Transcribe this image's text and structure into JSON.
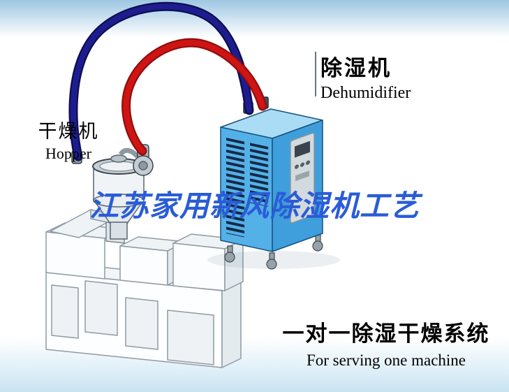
{
  "diagram": {
    "hopper_label": {
      "cn": "干燥机",
      "en": "Hopper"
    },
    "dehumidifier_label": {
      "cn": "除湿机",
      "en": "Dehumidifier"
    },
    "watermark_title": "江苏家用新风除湿机工艺",
    "caption": {
      "cn": "一对一除湿干燥系统",
      "en": "For serving one machine"
    }
  },
  "colors": {
    "watermark_blue": "#2a5cd7",
    "pipe_red": "#d01414",
    "pipe_red_edge": "#8f0f0f",
    "pipe_navy": "#1d1d8f",
    "pipe_navy_edge": "#0e0e4e",
    "dehumidifier_front": "#54b1e8",
    "dehumidifier_side": "#3f9fdc",
    "dehumidifier_top": "#aadcf5",
    "label_text": "#000000"
  }
}
